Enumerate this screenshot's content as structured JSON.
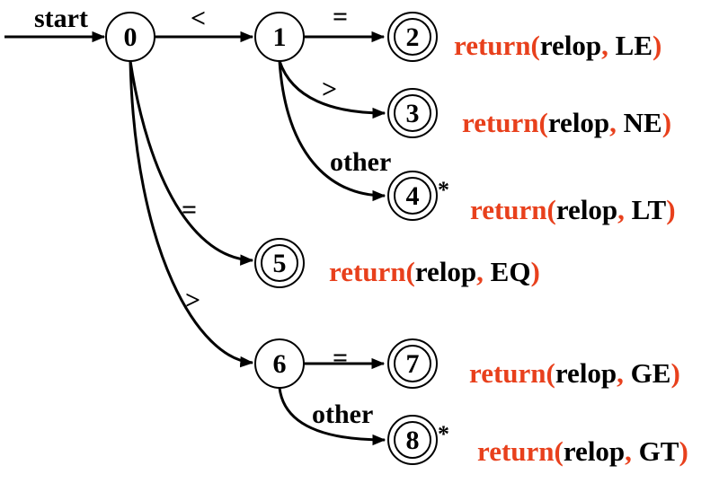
{
  "start_label": "start",
  "states": {
    "s0": "0",
    "s1": "1",
    "s2": "2",
    "s3": "3",
    "s4": "4",
    "s5": "5",
    "s6": "6",
    "s7": "7",
    "s8": "8"
  },
  "edge_labels": {
    "e0_1": "<",
    "e1_2": "=",
    "e1_3": ">",
    "e1_4": "other",
    "e0_5": "=",
    "e0_6": ">",
    "e6_7": "=",
    "e6_8": "other"
  },
  "retract_marker": "*",
  "actions": {
    "le": {
      "kw": "return(",
      "arg": "relop",
      "sep": ", ",
      "tok": "LE",
      "close": ")"
    },
    "ne": {
      "kw": "return(",
      "arg": "relop",
      "sep": ", ",
      "tok": "NE",
      "close": ")"
    },
    "lt": {
      "kw": "return(",
      "arg": "relop",
      "sep": ", ",
      "tok": "LT",
      "close": ")"
    },
    "eq": {
      "kw": "return(",
      "arg": "relop",
      "sep": ", ",
      "tok": "EQ",
      "close": ")"
    },
    "ge": {
      "kw": "return(",
      "arg": "relop",
      "sep": ", ",
      "tok": "GE",
      "close": ")"
    },
    "gt": {
      "kw": "return(",
      "arg": "relop",
      "sep": ", ",
      "tok": "GT",
      "close": ")"
    }
  },
  "colors": {
    "keyword": "#e8401c",
    "text": "#000000"
  }
}
